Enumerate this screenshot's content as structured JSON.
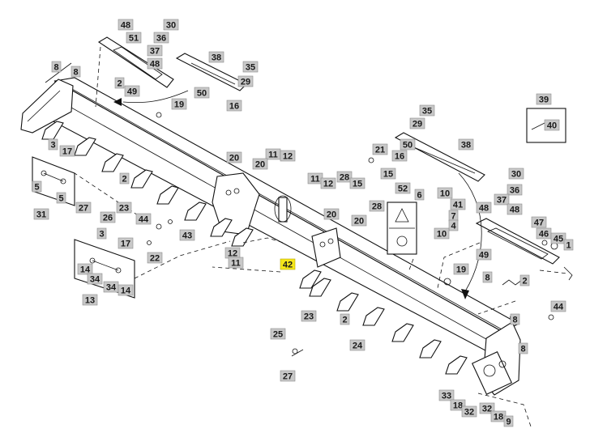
{
  "callouts": [
    {
      "id": "c48a",
      "text": "48"
    },
    {
      "id": "c30a",
      "text": "30"
    },
    {
      "id": "c51",
      "text": "51"
    },
    {
      "id": "c36a",
      "text": "36"
    },
    {
      "id": "c37a",
      "text": "37"
    },
    {
      "id": "c38a",
      "text": "38"
    },
    {
      "id": "c48b",
      "text": "48"
    },
    {
      "id": "c35a",
      "text": "35"
    },
    {
      "id": "c8a",
      "text": "8"
    },
    {
      "id": "c29a",
      "text": "29"
    },
    {
      "id": "c8b",
      "text": "8"
    },
    {
      "id": "c2a",
      "text": "2"
    },
    {
      "id": "c49a",
      "text": "49"
    },
    {
      "id": "c50a",
      "text": "50"
    },
    {
      "id": "c16a",
      "text": "16"
    },
    {
      "id": "c19a",
      "text": "19"
    },
    {
      "id": "c39",
      "text": "39"
    },
    {
      "id": "c40",
      "text": "40"
    },
    {
      "id": "c35b",
      "text": "35"
    },
    {
      "id": "c29b",
      "text": "29"
    },
    {
      "id": "c3a",
      "text": "3"
    },
    {
      "id": "c17a",
      "text": "17"
    },
    {
      "id": "c21",
      "text": "21"
    },
    {
      "id": "c50b",
      "text": "50"
    },
    {
      "id": "c38b",
      "text": "38"
    },
    {
      "id": "c16b",
      "text": "16"
    },
    {
      "id": "c20a",
      "text": "20"
    },
    {
      "id": "c11a",
      "text": "11"
    },
    {
      "id": "c12a",
      "text": "12"
    },
    {
      "id": "c20b",
      "text": "20"
    },
    {
      "id": "c2b",
      "text": "2"
    },
    {
      "id": "c5a",
      "text": "5"
    },
    {
      "id": "c5b",
      "text": "5"
    },
    {
      "id": "c15a",
      "text": "15"
    },
    {
      "id": "c30b",
      "text": "30"
    },
    {
      "id": "c11b",
      "text": "11"
    },
    {
      "id": "c12b",
      "text": "12"
    },
    {
      "id": "c28a",
      "text": "28"
    },
    {
      "id": "c15b",
      "text": "15"
    },
    {
      "id": "c27a",
      "text": "27"
    },
    {
      "id": "c26",
      "text": "26"
    },
    {
      "id": "c23a",
      "text": "23"
    },
    {
      "id": "c52",
      "text": "52"
    },
    {
      "id": "c6",
      "text": "6"
    },
    {
      "id": "c10a",
      "text": "10"
    },
    {
      "id": "c36b",
      "text": "36"
    },
    {
      "id": "c28b",
      "text": "28"
    },
    {
      "id": "c41",
      "text": "41"
    },
    {
      "id": "c37b",
      "text": "37"
    },
    {
      "id": "c31",
      "text": "31"
    },
    {
      "id": "c44a",
      "text": "44"
    },
    {
      "id": "c20c",
      "text": "20"
    },
    {
      "id": "c20d",
      "text": "20"
    },
    {
      "id": "c7",
      "text": "7"
    },
    {
      "id": "c48c",
      "text": "48"
    },
    {
      "id": "c48d",
      "text": "48"
    },
    {
      "id": "c43",
      "text": "43"
    },
    {
      "id": "c4",
      "text": "4"
    },
    {
      "id": "c47",
      "text": "47"
    },
    {
      "id": "c3b",
      "text": "3"
    },
    {
      "id": "c17b",
      "text": "17"
    },
    {
      "id": "c10b",
      "text": "10"
    },
    {
      "id": "c46",
      "text": "46"
    },
    {
      "id": "c45",
      "text": "45"
    },
    {
      "id": "c22",
      "text": "22"
    },
    {
      "id": "c12c",
      "text": "12"
    },
    {
      "id": "c1",
      "text": "1"
    },
    {
      "id": "c11c",
      "text": "11"
    },
    {
      "id": "c49b",
      "text": "49"
    },
    {
      "id": "c14a",
      "text": "14"
    },
    {
      "id": "c42",
      "text": "42"
    },
    {
      "id": "c34a",
      "text": "34"
    },
    {
      "id": "c19b",
      "text": "19"
    },
    {
      "id": "c8c",
      "text": "8"
    },
    {
      "id": "c2c",
      "text": "2"
    },
    {
      "id": "c34b",
      "text": "34"
    },
    {
      "id": "c14b",
      "text": "14"
    },
    {
      "id": "c13",
      "text": "13"
    },
    {
      "id": "c44b",
      "text": "44"
    },
    {
      "id": "c23b",
      "text": "23"
    },
    {
      "id": "c2d",
      "text": "2"
    },
    {
      "id": "c8d",
      "text": "8"
    },
    {
      "id": "c25",
      "text": "25"
    },
    {
      "id": "c24",
      "text": "24"
    },
    {
      "id": "c8e",
      "text": "8"
    },
    {
      "id": "c27b",
      "text": "27"
    },
    {
      "id": "c33",
      "text": "33"
    },
    {
      "id": "c18a",
      "text": "18"
    },
    {
      "id": "c32a",
      "text": "32"
    },
    {
      "id": "c32b",
      "text": "32"
    },
    {
      "id": "c18b",
      "text": "18"
    },
    {
      "id": "c9",
      "text": "9"
    }
  ],
  "highlighted_callout": "42"
}
